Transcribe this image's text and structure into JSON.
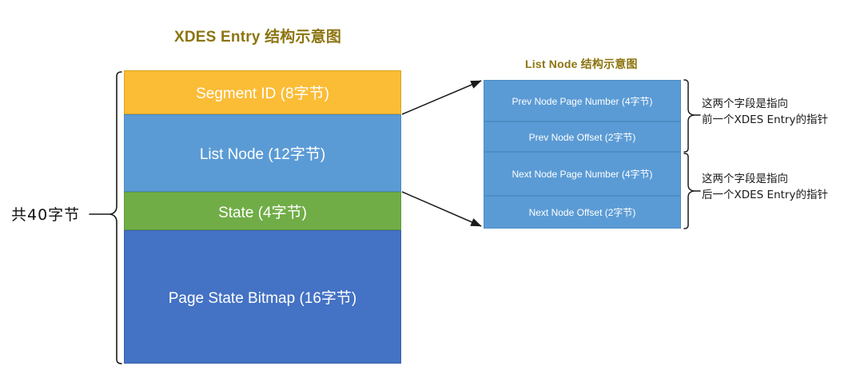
{
  "diagram": {
    "xdes": {
      "title": "XDES Entry 结构示意图",
      "total_label": "共40字节",
      "rows": [
        {
          "label": "Segment ID (8字节)",
          "color": "#FBBC36"
        },
        {
          "label": "List Node (12字节)",
          "color": "#5B9BD5"
        },
        {
          "label": "State (4字节)",
          "color": "#70AD47"
        },
        {
          "label": "Page State Bitmap (16字节)",
          "color": "#4472C4"
        }
      ]
    },
    "list_node": {
      "title": "List Node 结构示意图",
      "rows": [
        {
          "label": "Prev Node Page Number (4字节)",
          "color": "#5B9BD5"
        },
        {
          "label": "Prev Node Offset (2字节)",
          "color": "#5B9BD5"
        },
        {
          "label": "Next Node Page Number (4字节)",
          "color": "#5B9BD5"
        },
        {
          "label": "Next Node Offset (2字节)",
          "color": "#5B9BD5"
        }
      ],
      "annotations": [
        {
          "line1": "这两个字段是指向",
          "line2": "前一个XDES Entry的指针"
        },
        {
          "line1": "这两个字段是指向",
          "line2": "后一个XDES Entry的指针"
        }
      ]
    },
    "colors": {
      "title_gold": "#8C7410",
      "orange": "#FBBC36",
      "light_blue": "#5B9BD5",
      "green": "#70AD47",
      "dark_blue": "#4472C4",
      "ink": "#1a1a1a"
    }
  }
}
